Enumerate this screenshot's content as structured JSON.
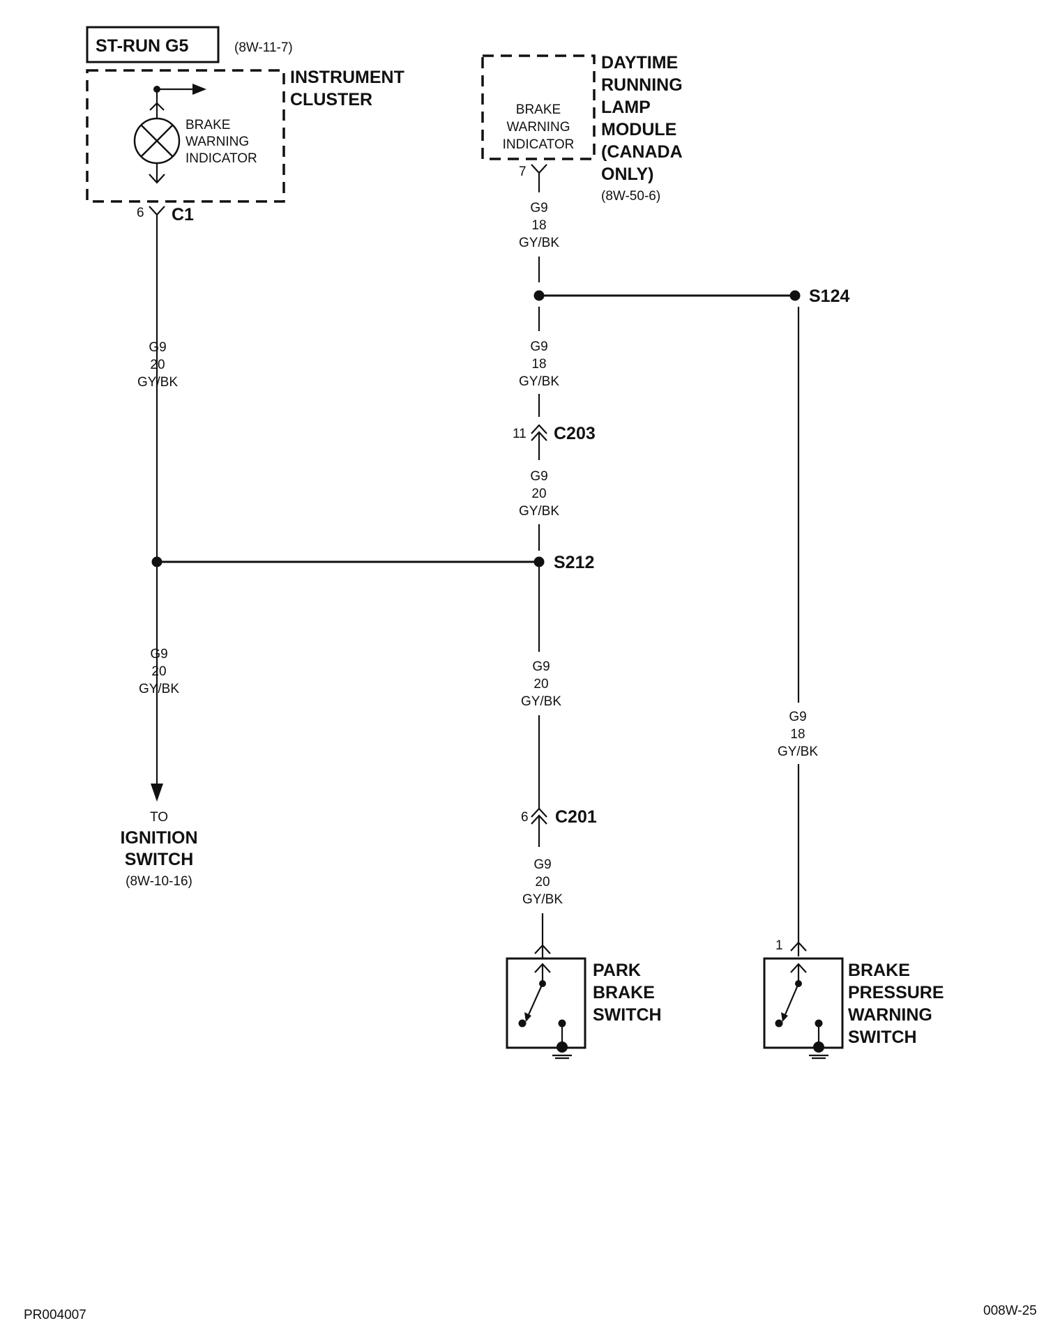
{
  "source_ref": {
    "label": "ST-RUN G5",
    "ref": "(8W-11-7)"
  },
  "instrument_cluster": {
    "title_line1": "INSTRUMENT",
    "title_line2": "CLUSTER",
    "indicator_line1": "BRAKE",
    "indicator_line2": "WARNING",
    "indicator_line3": "INDICATOR",
    "connector": "C1",
    "pin": "6"
  },
  "drl_module": {
    "title_lines": [
      "DAYTIME",
      "RUNNING",
      "LAMP",
      "MODULE",
      "(CANADA",
      "ONLY)"
    ],
    "ref": "(8W-50-6)",
    "indicator_line1": "BRAKE",
    "indicator_line2": "WARNING",
    "indicator_line3": "INDICATOR",
    "pin": "7"
  },
  "wires": {
    "w1": {
      "circuit": "G9",
      "gauge": "18",
      "color": "GY/BK"
    },
    "w2": {
      "circuit": "G9",
      "gauge": "18",
      "color": "GY/BK"
    },
    "w3": {
      "circuit": "G9",
      "gauge": "20",
      "color": "GY/BK"
    },
    "w4": {
      "circuit": "G9",
      "gauge": "20",
      "color": "GY/BK"
    },
    "w5": {
      "circuit": "G9",
      "gauge": "20",
      "color": "GY/BK"
    },
    "w6": {
      "circuit": "G9",
      "gauge": "18",
      "color": "GY/BK"
    },
    "w7": {
      "circuit": "G9",
      "gauge": "20",
      "color": "GY/BK"
    },
    "w8": {
      "circuit": "G9",
      "gauge": "20",
      "color": "GY/BK"
    }
  },
  "splices": {
    "s124": "S124",
    "s212": "S212"
  },
  "connectors": {
    "c203": {
      "label": "C203",
      "pin": "11"
    },
    "c201": {
      "label": "C201",
      "pin": "6"
    }
  },
  "ignition": {
    "line1": "TO",
    "line2": "IGNITION",
    "line3": "SWITCH",
    "ref": "(8W-10-16)"
  },
  "park_brake_switch": {
    "line1": "PARK",
    "line2": "BRAKE",
    "line3": "SWITCH"
  },
  "brake_pressure_switch": {
    "line1": "BRAKE",
    "line2": "PRESSURE",
    "line3": "WARNING",
    "line4": "SWITCH",
    "pin": "1"
  },
  "footer": {
    "left": "PR004007",
    "right": "008W-25"
  }
}
